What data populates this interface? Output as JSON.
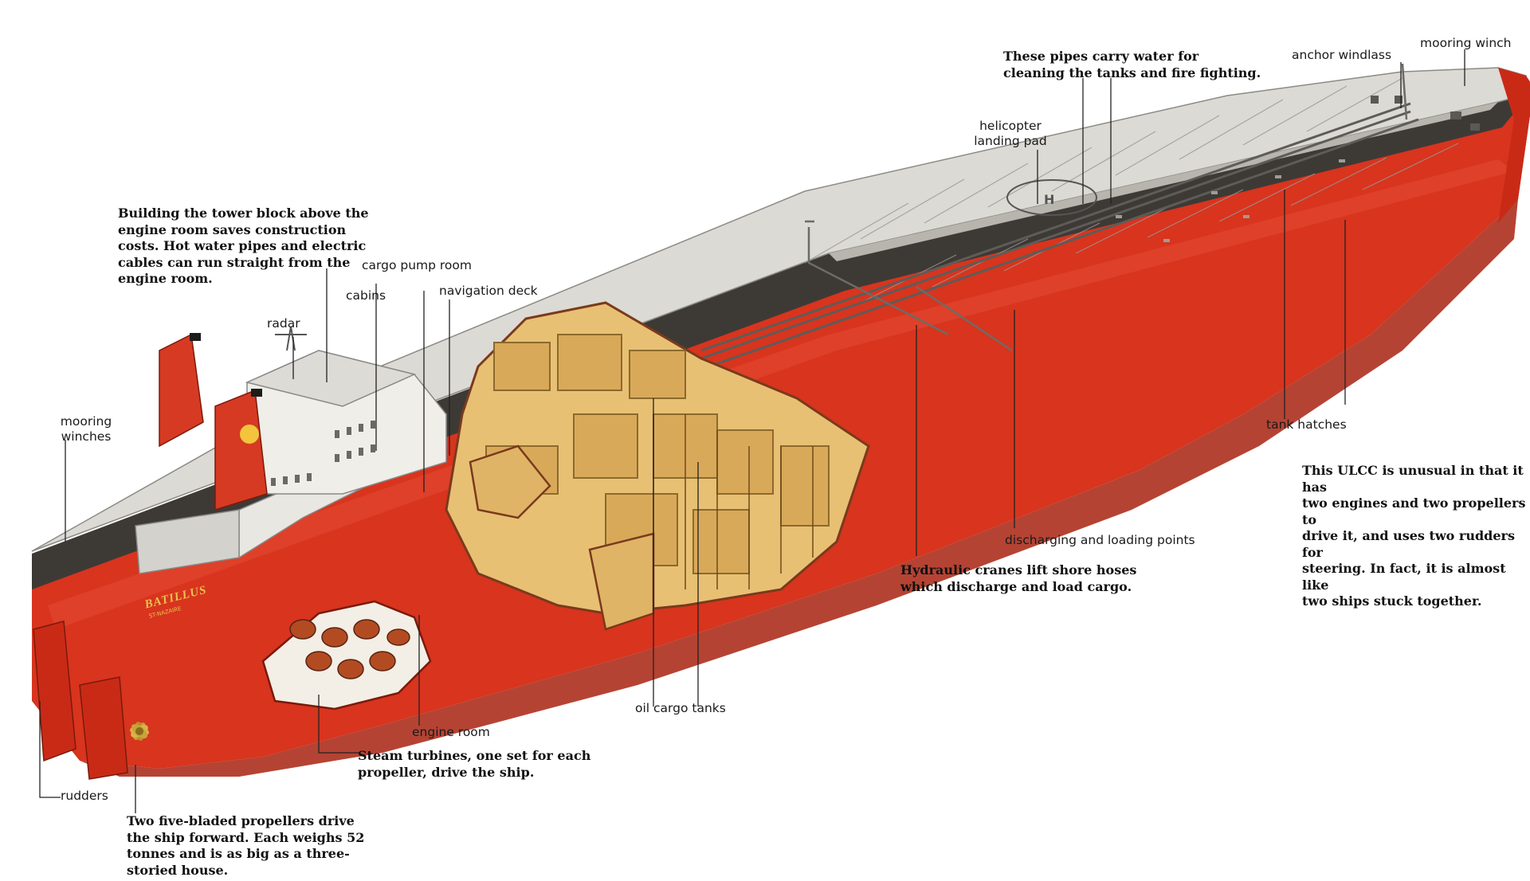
{
  "ship": {
    "name": "BATILLUS",
    "port": "ST-NAZAIRE",
    "colors": {
      "hull": "#d8341e",
      "hull_shadow": "#a8220f",
      "deck": "#dcdad4",
      "boot_stripe": "#3d3a36",
      "tank_interior": "#e8c074",
      "funnel": "#d63a22",
      "emblem": "#f2c53d"
    }
  },
  "labels": {
    "mooring_winch": "mooring winch",
    "anchor_windlass": "anchor windlass",
    "helicopter_pad_1": "helicopter",
    "helicopter_pad_2": "landing pad",
    "cargo_pump_room": "cargo pump room",
    "cabins": "cabins",
    "navigation_deck": "navigation deck",
    "radar": "radar",
    "mooring_winches_1": "mooring",
    "mooring_winches_2": "winches",
    "tank_hatches": "tank hatches",
    "discharging_points": "discharging and loading points",
    "oil_cargo_tanks": "oil cargo tanks",
    "engine_room": "engine room",
    "rudders": "rudders"
  },
  "notes": {
    "pipes": "These pipes carry water for\ncleaning the tanks and fire fighting.",
    "tower": "Building the tower block above the\nengine room saves construction\ncosts. Hot water pipes and electric\ncables can run straight from the\nengine room.",
    "ulcc": "This ULCC is unusual in that it has\ntwo engines and two propellers to\ndrive it, and uses two rudders for\nsteering. In fact, it is almost like\ntwo ships stuck together.",
    "cranes": "Hydraulic cranes lift shore hoses\nwhich discharge and load cargo.",
    "turbines": "Steam turbines, one set for each\npropeller, drive the ship.",
    "propellers": "Two five-bladed propellers drive\nthe ship forward. Each weighs 52\ntonnes and is as big as a three-\nstoried house."
  }
}
